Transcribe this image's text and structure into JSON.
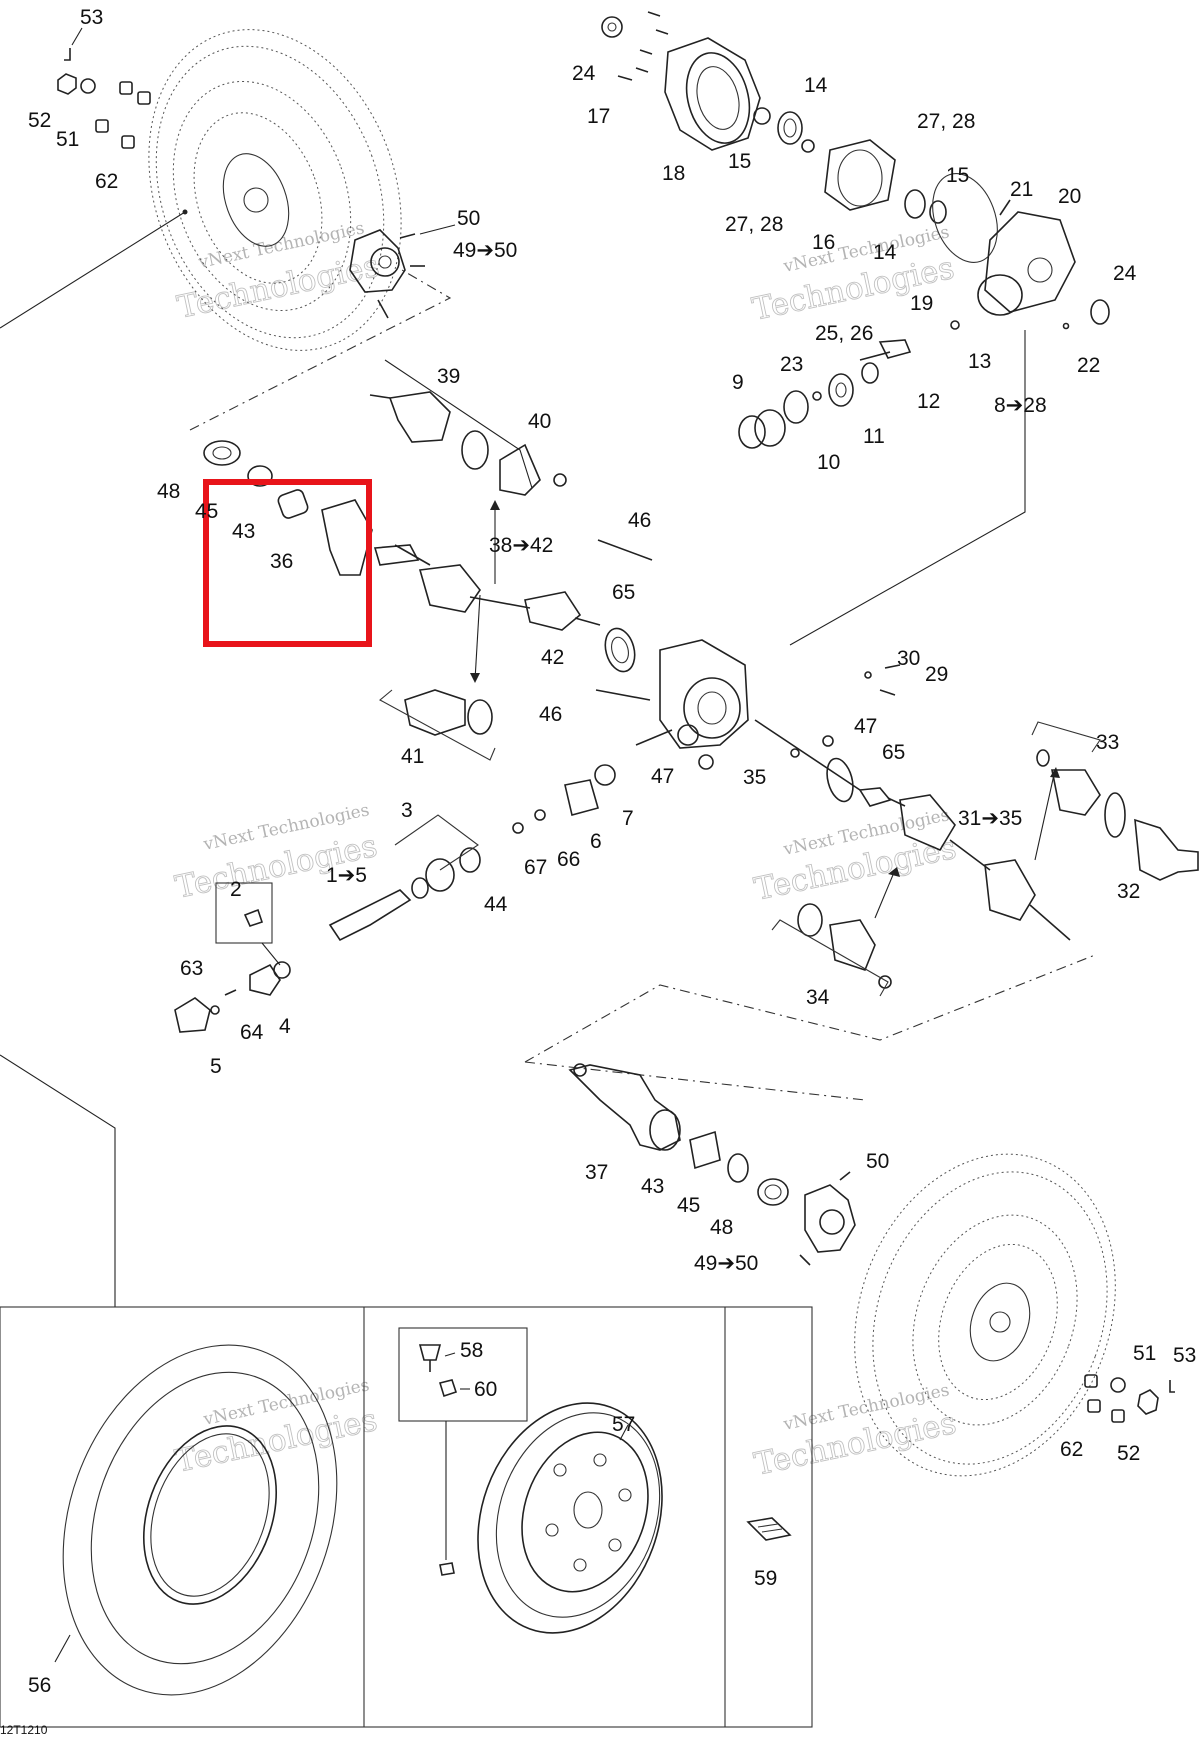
{
  "diagram": {
    "drawing_code": "12T1210",
    "highlight_color": "#e8141a",
    "watermark": {
      "line1": "vNext Technologies",
      "line2": "Technologies"
    },
    "labels": {
      "l53a": "53",
      "l52a": "52",
      "l51a": "51",
      "l62a": "62",
      "l50a": "50",
      "l4950a": "49➔50",
      "l24a": "24",
      "l17": "17",
      "l18": "18",
      "l14a": "14",
      "l15a": "15",
      "l2728a": "27, 28",
      "l2728b": "27, 28",
      "l16": "16",
      "l14b": "14",
      "l15b": "15",
      "l19": "19",
      "l21": "21",
      "l20": "20",
      "l24b": "24",
      "l22": "22",
      "l2526": "25, 26",
      "l13": "13",
      "l23": "23",
      "l12": "12",
      "l9": "9",
      "l11": "11",
      "l10": "10",
      "l828": "8➔28",
      "l39": "39",
      "l40": "40",
      "l48a": "48",
      "l45a": "45",
      "l43a": "43",
      "l36": "36",
      "l3842": "38➔42",
      "l46a": "46",
      "l65a": "65",
      "l42": "42",
      "l41": "41",
      "l46b": "46",
      "l30": "30",
      "l29": "29",
      "l47a": "47",
      "l47b": "47",
      "l65b": "65",
      "l35": "35",
      "l33": "33",
      "l3": "3",
      "l7": "7",
      "l6": "6",
      "l66": "66",
      "l67": "67",
      "l44": "44",
      "l15arrow": "1➔5",
      "l2": "2",
      "l3135": "31➔35",
      "l32": "32",
      "l34": "34",
      "l63": "63",
      "l64": "64",
      "l4": "4",
      "l5": "5",
      "l37": "37",
      "l43b": "43",
      "l45b": "45",
      "l48b": "48",
      "l50b": "50",
      "l4950b": "49➔50",
      "l51b": "51",
      "l53b": "53",
      "l62b": "62",
      "l52b": "52",
      "l58": "58",
      "l60": "60",
      "l57": "57",
      "l59": "59",
      "l56": "56"
    }
  }
}
